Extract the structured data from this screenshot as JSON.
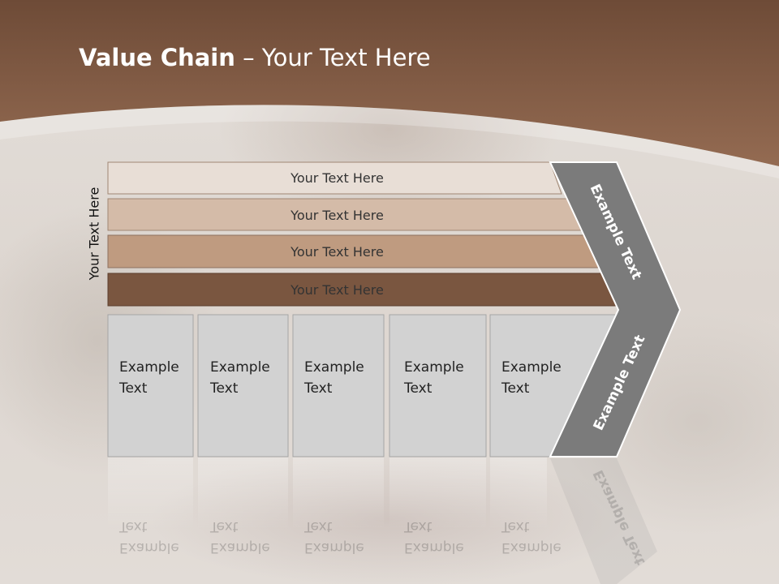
{
  "slide": {
    "title_bold": "Value Chain",
    "title_rest": " – Your Text Here"
  },
  "vertical_label": "Your Text Here",
  "bands": [
    {
      "label": "Your Text Here",
      "color": "#e8ded6"
    },
    {
      "label": "Your Text Here",
      "color": "#d4bba8"
    },
    {
      "label": "Your Text Here",
      "color": "#bf9b80"
    },
    {
      "label": "Your Text Here",
      "color": "#7a5640"
    }
  ],
  "boxes": [
    {
      "line1": "Example",
      "line2": "Text"
    },
    {
      "line1": "Example",
      "line2": "Text"
    },
    {
      "line1": "Example",
      "line2": "Text"
    },
    {
      "line1": "Example",
      "line2": "Text"
    },
    {
      "line1": "Example",
      "line2": "Text"
    }
  ],
  "chevron": {
    "upper_text": "Example Text",
    "lower_text": "Example Text",
    "color": "#7b7b7b"
  },
  "colors": {
    "header": "#8a6048",
    "box_fill": "#d2d2d2"
  }
}
